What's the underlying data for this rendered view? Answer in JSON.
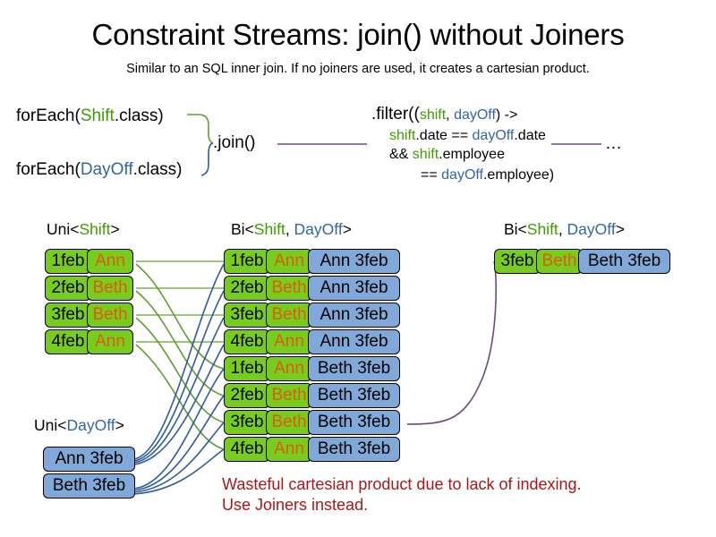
{
  "header": {
    "title": "Constraint Streams: join() without Joiners",
    "subtitle": "Similar to an SQL inner join. If no joiners are used, it creates a cartesian product."
  },
  "code": {
    "foreach_shift": {
      "prefix": "forEach(",
      "type": "Shift",
      "suffix": ".class)"
    },
    "foreach_dayoff": {
      "prefix": "forEach(",
      "type": "DayOff",
      "suffix": ".class)"
    },
    "join_call": ".join()",
    "filter": {
      "line1_a": ".filter((",
      "line1_shift": "shift",
      "line1_comma": ", ",
      "line1_dayoff": "dayOff",
      "line1_b": ") ->",
      "line2_shift": "shift",
      "line2_a": ".date == ",
      "line2_dayoff": "dayOff",
      "line2_b": ".date",
      "line3_a": "&& ",
      "line3_shift": "shift",
      "line3_b": ".employee",
      "line4_a": "== ",
      "line4_dayoff": "dayOff",
      "line4_b": ".employee)"
    },
    "ellipsis": "…"
  },
  "streams": {
    "uni_shift_label": {
      "prefix": "Uni<",
      "type": "Shift",
      "suffix": ">"
    },
    "uni_dayoff_label": {
      "prefix": "Uni<",
      "type": "DayOff",
      "suffix": ">"
    },
    "bi_mid_label": {
      "prefix": "Bi<",
      "type_a": "Shift",
      "comma": ", ",
      "type_b": "DayOff",
      "suffix": ">"
    },
    "bi_right_label": {
      "prefix": "Bi<",
      "type_a": "Shift",
      "comma": ", ",
      "type_b": "DayOff",
      "suffix": ">"
    }
  },
  "uni_shift": [
    {
      "date": "1feb",
      "employee": "Ann"
    },
    {
      "date": "2feb",
      "employee": "Beth"
    },
    {
      "date": "3feb",
      "employee": "Beth"
    },
    {
      "date": "4feb",
      "employee": "Ann"
    }
  ],
  "uni_dayoff": [
    {
      "pair": "Ann 3feb"
    },
    {
      "pair": "Beth 3feb"
    }
  ],
  "bi_mid": [
    {
      "date": "1feb",
      "employee": "Ann",
      "dayoff": "Ann 3feb"
    },
    {
      "date": "2feb",
      "employee": "Beth",
      "dayoff": "Ann 3feb"
    },
    {
      "date": "3feb",
      "employee": "Beth",
      "dayoff": "Ann 3feb"
    },
    {
      "date": "4feb",
      "employee": "Ann",
      "dayoff": "Ann 3feb"
    },
    {
      "date": "1feb",
      "employee": "Ann",
      "dayoff": "Beth 3feb"
    },
    {
      "date": "2feb",
      "employee": "Beth",
      "dayoff": "Beth 3feb"
    },
    {
      "date": "3feb",
      "employee": "Beth",
      "dayoff": "Beth 3feb"
    },
    {
      "date": "4feb",
      "employee": "Ann",
      "dayoff": "Beth 3feb"
    }
  ],
  "bi_right": [
    {
      "date": "3feb",
      "employee": "Beth",
      "dayoff": "Beth 3feb"
    }
  ],
  "warning": {
    "line1": "Wasteful cartesian product due to lack of indexing.",
    "line2": "Use Joiners instead."
  },
  "colors": {
    "shift_green": "#78cc1e",
    "dayoff_blue": "#80a8d8",
    "employee_orange": "#e05a10",
    "shift_type_text": "#3f9c00",
    "dayoff_type_text": "#3465a4",
    "warning_red": "#a81717",
    "wire_green": "#5e9e30",
    "wire_blue": "#2f5c96",
    "wire_purple": "#6b4a7a"
  }
}
